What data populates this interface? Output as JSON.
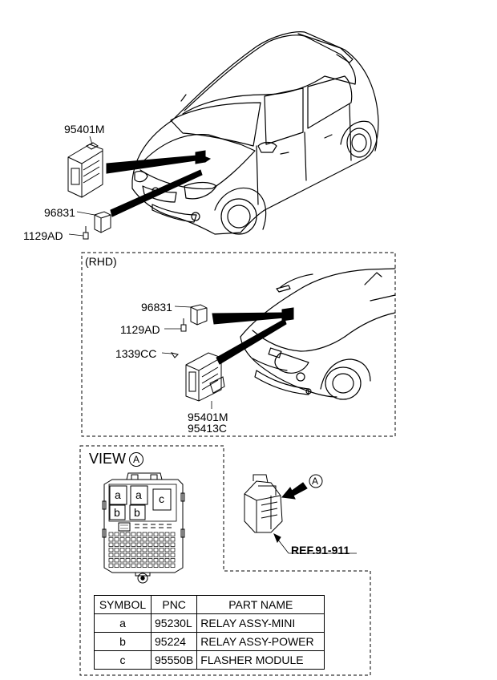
{
  "labels": {
    "top_95401m": "95401M",
    "top_96831": "96831",
    "top_1129ad": "1129AD",
    "rhd": "(RHD)",
    "rhd_96831": "96831",
    "rhd_1129ad": "1129AD",
    "rhd_1339cc": "1339CC",
    "rhd_95401m": "95401M",
    "rhd_95413c": "95413C",
    "view": "VIEW",
    "view_marker": "A",
    "arrow_marker": "A",
    "ref": "REF.91-911"
  },
  "fuse_box": {
    "slots": [
      "a",
      "a",
      "c",
      "b",
      "b"
    ]
  },
  "table": {
    "headers": [
      "SYMBOL",
      "PNC",
      "PART NAME"
    ],
    "rows": [
      {
        "symbol": "a",
        "pnc": "95230L",
        "name": "RELAY ASSY-MINI"
      },
      {
        "symbol": "b",
        "pnc": "95224",
        "name": "RELAY ASSY-POWER"
      },
      {
        "symbol": "c",
        "pnc": "95550B",
        "name": "FLASHER MODULE"
      }
    ]
  }
}
